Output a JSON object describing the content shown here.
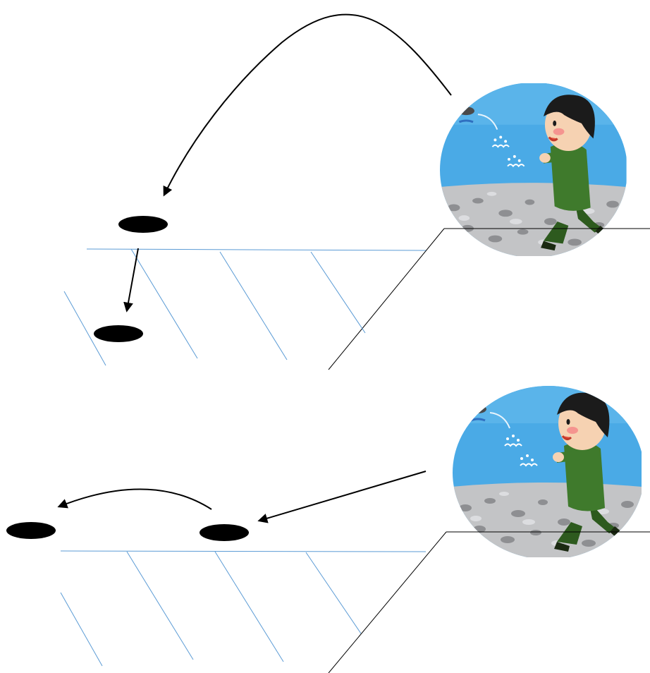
{
  "colors": {
    "background": "#ffffff",
    "water_line": "#5b9bd5",
    "bank_line": "#000000",
    "stone": "#000000",
    "arrow": "#000000",
    "sky": "#4aaae6",
    "sky_light": "#7cc4f0",
    "ground": "#c3c4c6",
    "pebble_dark": "#8e8f92",
    "pebble_light": "#dcdde0",
    "shirt": "#3f7a2c",
    "pants": "#2d5a1e",
    "hair": "#1b1b1b",
    "skin": "#f6d2b2",
    "cheek": "#f5948f",
    "flying_stone": "#4a4a4a"
  },
  "scenes": [
    {
      "id": "scene-sinks",
      "description_icon": "boy-throwing-stone-illustration",
      "stones": 2,
      "arrows": [
        "high-arc-throw-arrow",
        "sinking-arrow"
      ]
    },
    {
      "id": "scene-skips",
      "description_icon": "boy-throwing-stone-illustration",
      "stones": 2,
      "arrows": [
        "flat-throw-arrow",
        "skip-arc-arrow"
      ]
    }
  ]
}
